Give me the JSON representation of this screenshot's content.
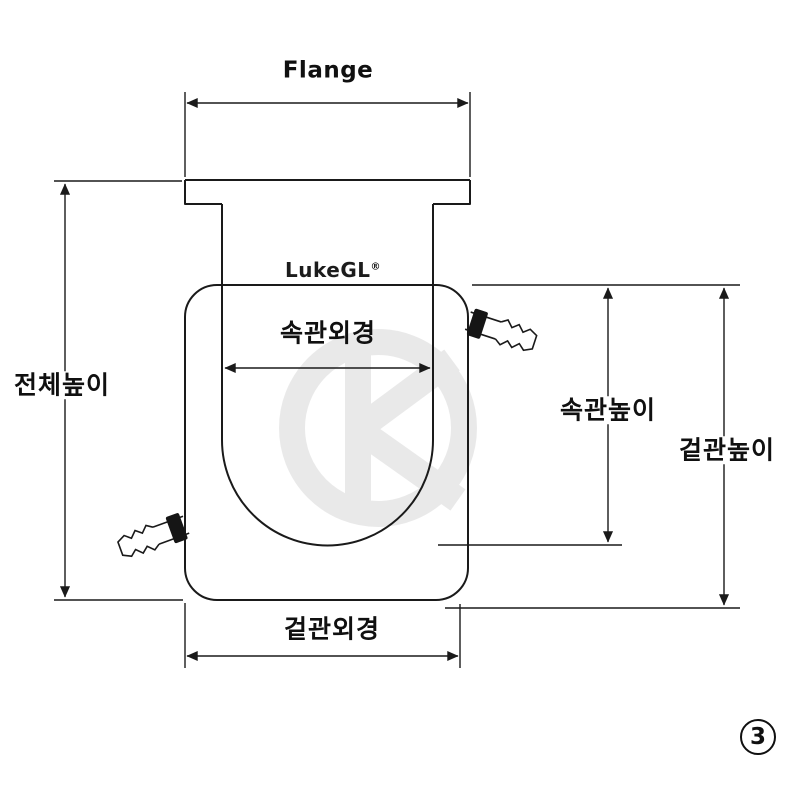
{
  "diagram": {
    "title": "Jacketed glass vessel dimension drawing",
    "labels": {
      "flange": "Flange",
      "inner_outer_diameter": "속관외경",
      "total_height": "전체높이",
      "inner_height": "속관높이",
      "outer_height": "겉관높이",
      "outer_diameter": "겉관외경"
    },
    "brand": {
      "name": "LukeGL",
      "registered": "®"
    },
    "figure_number": "3",
    "colors": {
      "line": "#1a1a1a",
      "background": "#ffffff",
      "watermark": "#e3e3e3",
      "clamp": "#151515"
    }
  }
}
